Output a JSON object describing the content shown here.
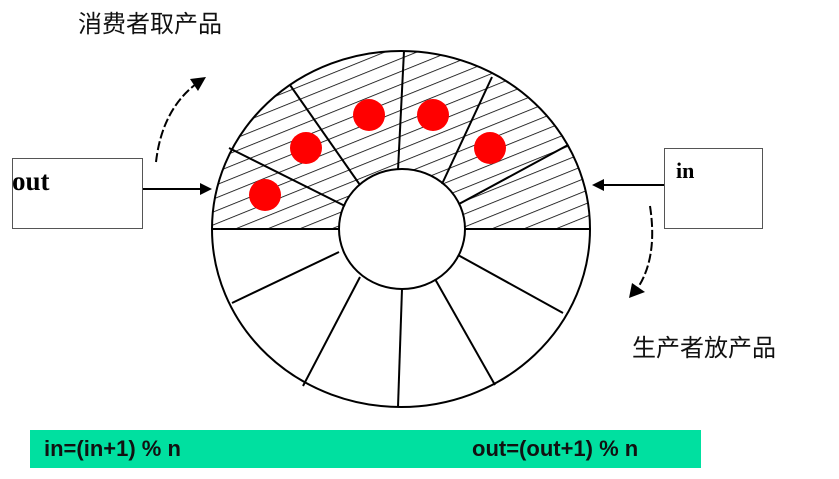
{
  "labels": {
    "consumer": "消费者取产品",
    "producer": "生产者放产品"
  },
  "pointers": {
    "out": "out",
    "in": "in"
  },
  "formulas": {
    "in_update": "in=(in+1) % n",
    "out_update": "out=(out+1) % n"
  },
  "buffer": {
    "slot_count": 12,
    "filled_slots": 5,
    "product_count": 5
  },
  "colors": {
    "product": "#ff0000",
    "formula_bar": "#00e0a0",
    "line": "#000000"
  }
}
